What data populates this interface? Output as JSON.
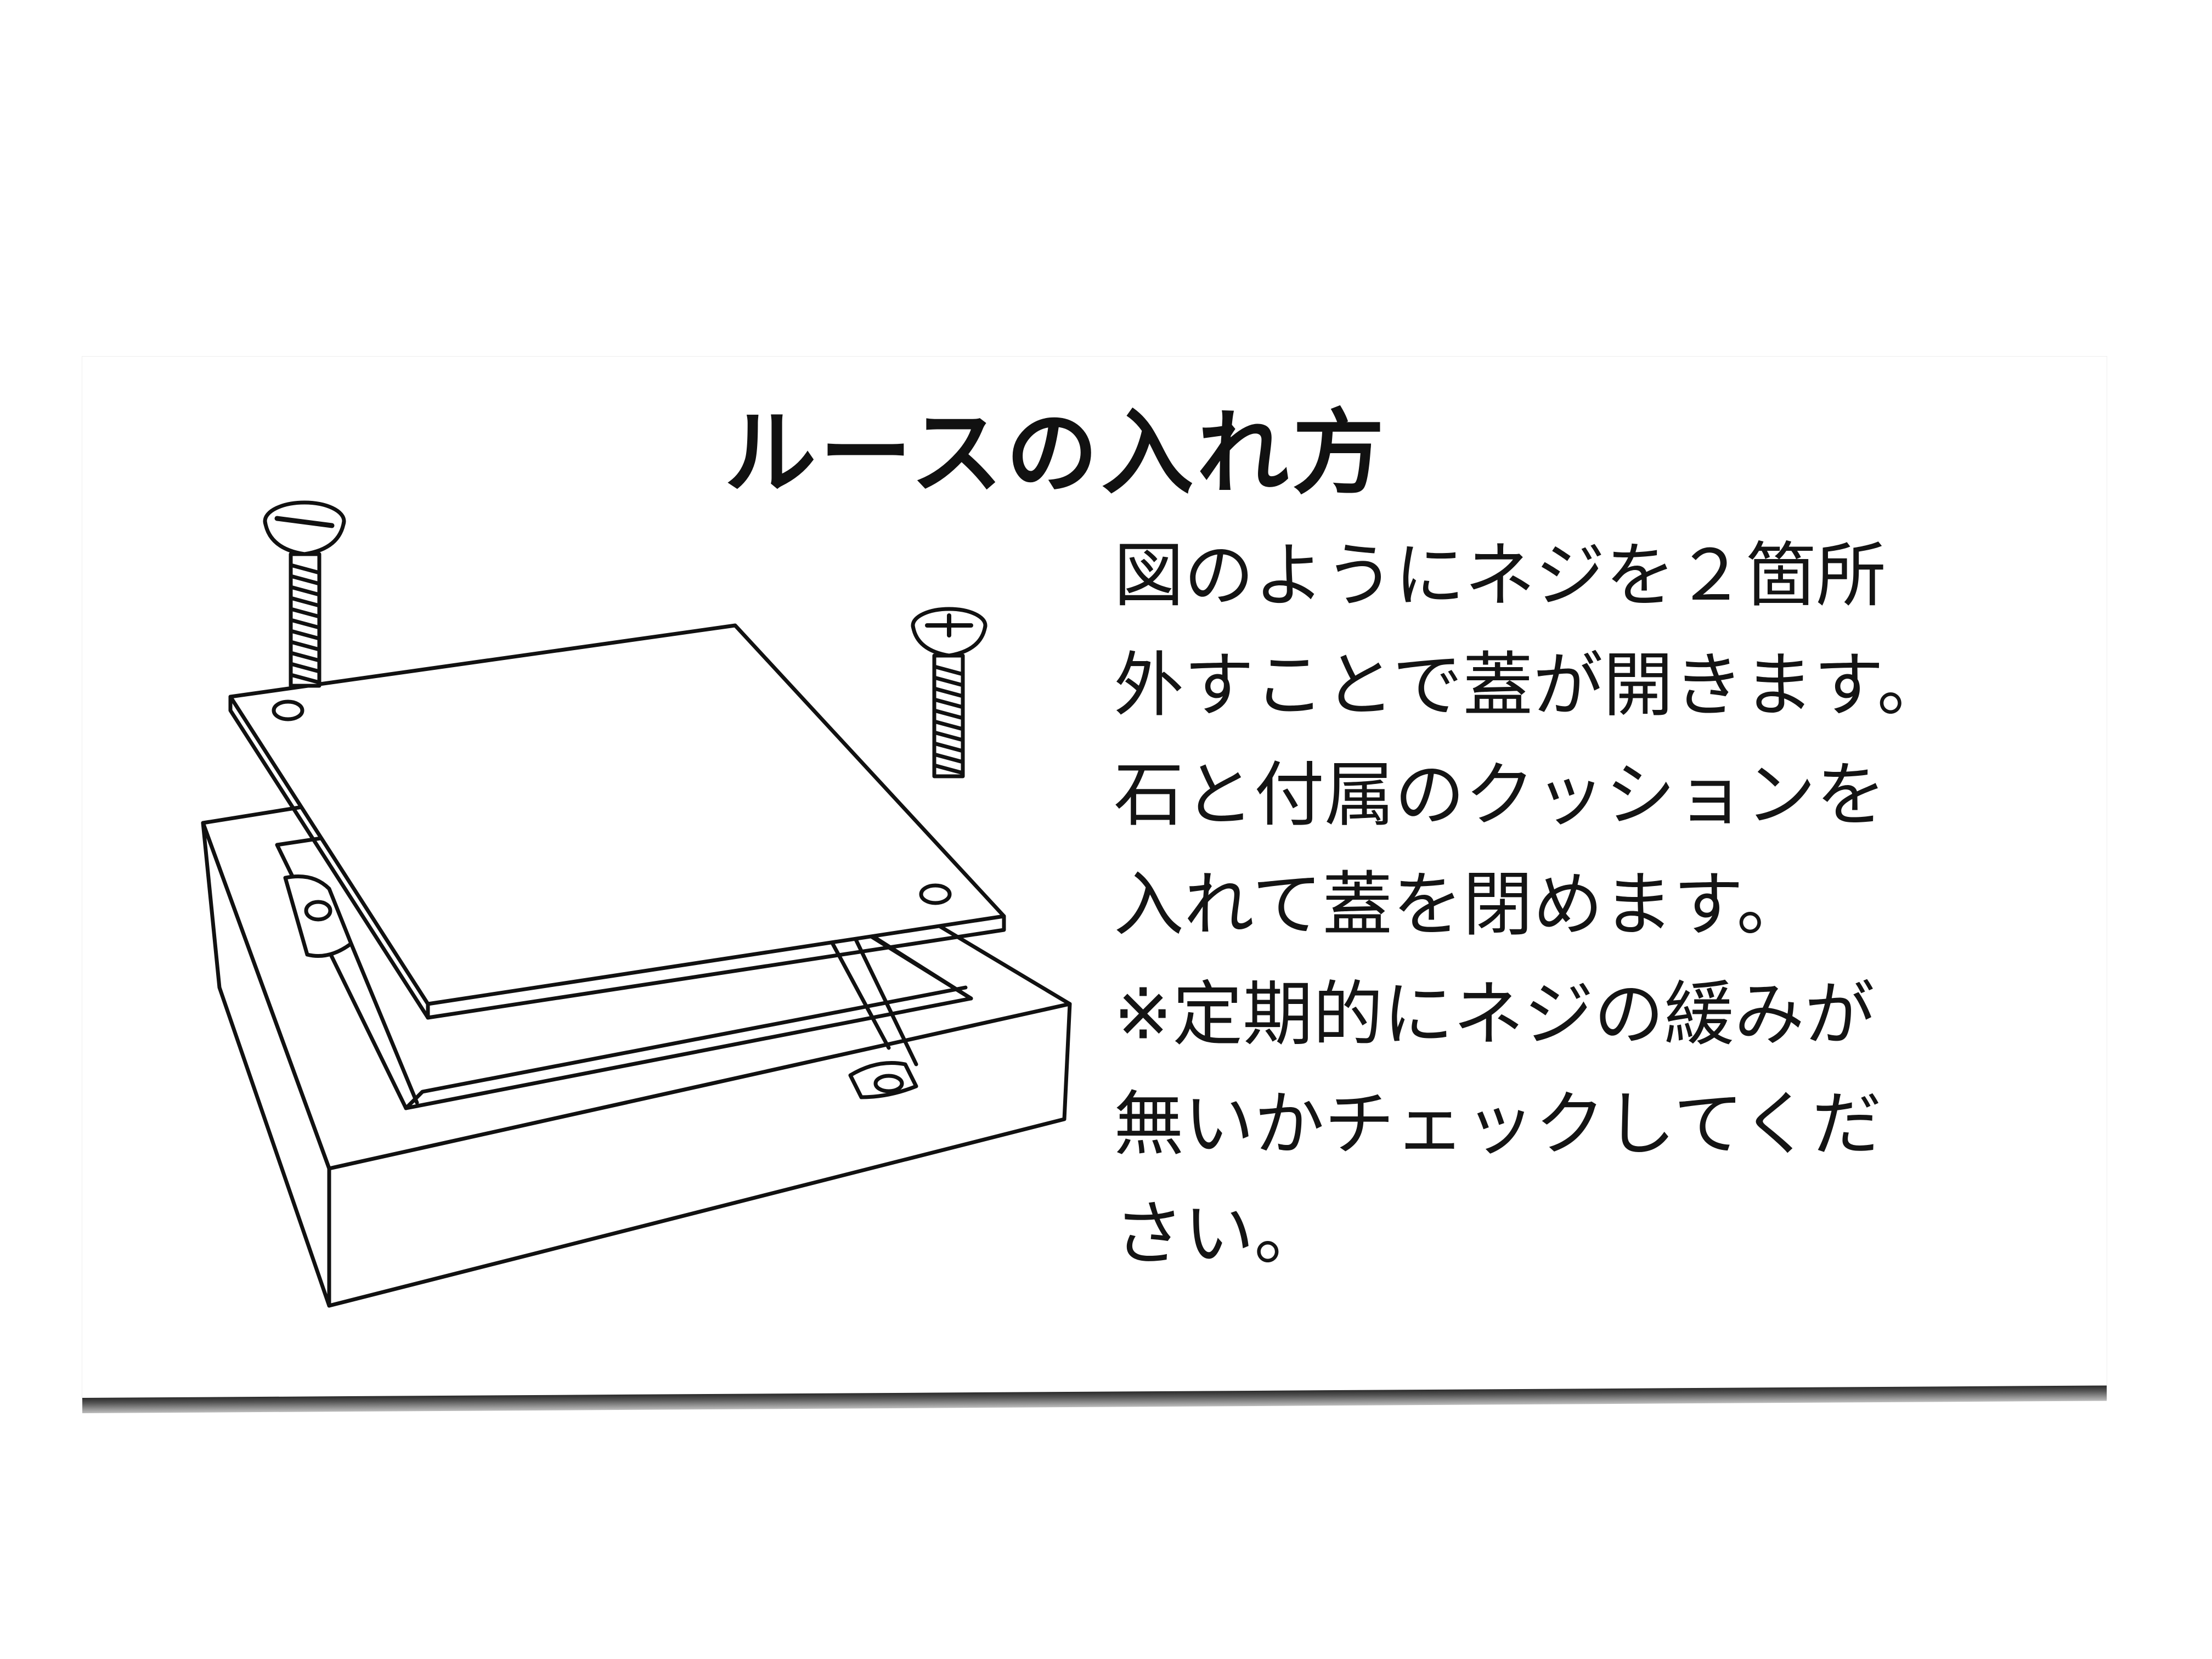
{
  "card": {
    "title": "ルースの入れ方",
    "lines": [
      "図のようにネジを２箇所",
      "外すことで蓋が開きます。",
      "石と付属のクッションを",
      "入れて蓋を閉めます。",
      "※定期的にネジの緩みが",
      "無いかチェックしてくだ",
      "さい。"
    ]
  },
  "colors": {
    "ink": "#141414",
    "paper": "#ffffff"
  }
}
